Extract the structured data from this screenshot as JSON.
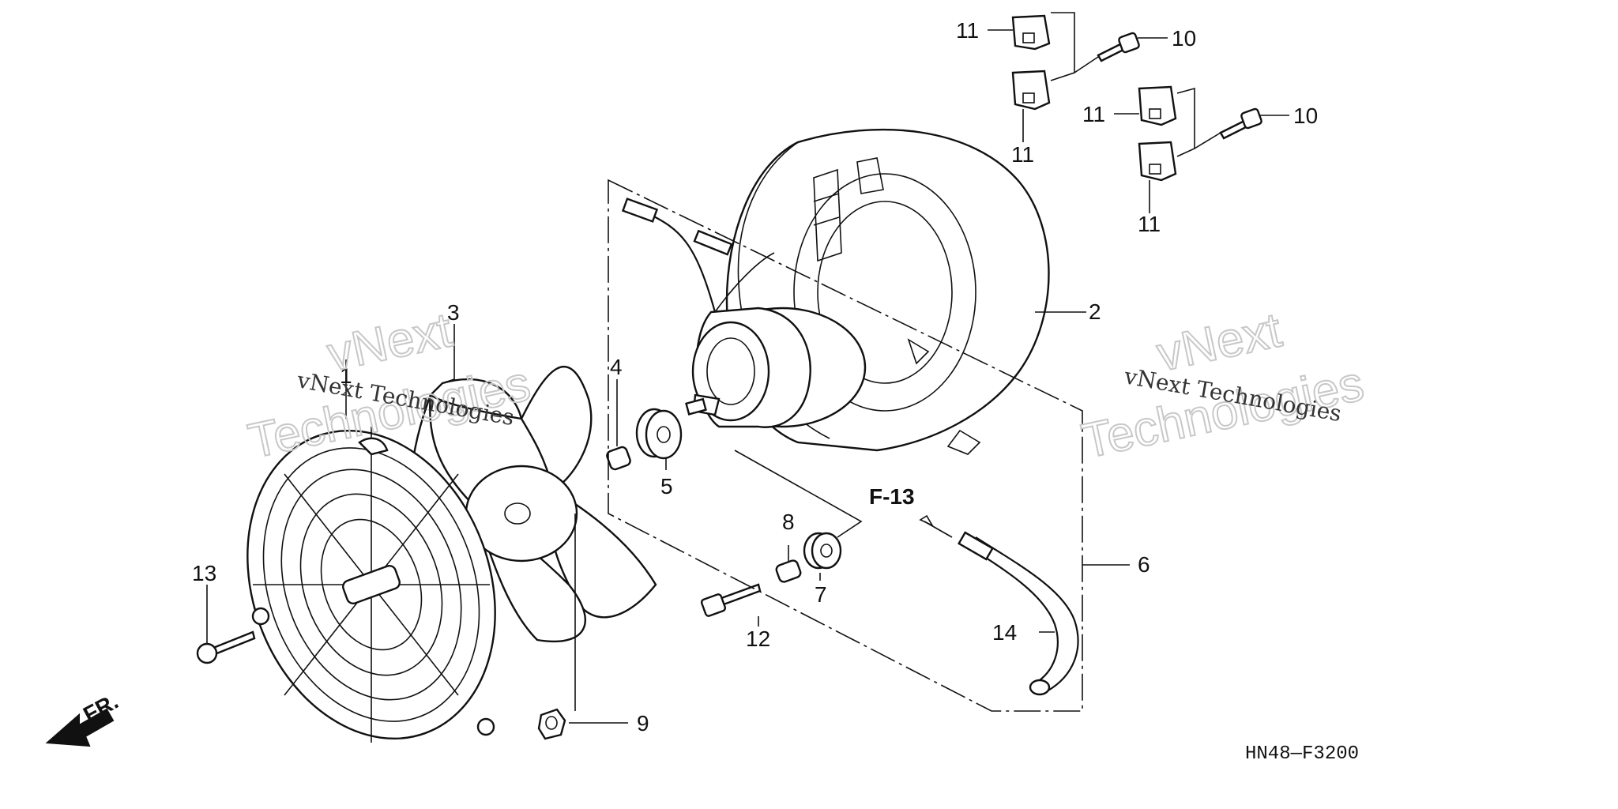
{
  "diagram": {
    "callouts": [
      {
        "id": "c1",
        "label": "1"
      },
      {
        "id": "c2",
        "label": "2"
      },
      {
        "id": "c3",
        "label": "3"
      },
      {
        "id": "c4",
        "label": "4"
      },
      {
        "id": "c5",
        "label": "5"
      },
      {
        "id": "c6",
        "label": "6"
      },
      {
        "id": "c7",
        "label": "7"
      },
      {
        "id": "c8",
        "label": "8"
      },
      {
        "id": "c9",
        "label": "9"
      },
      {
        "id": "c10a",
        "label": "10"
      },
      {
        "id": "c10b",
        "label": "10"
      },
      {
        "id": "c11a",
        "label": "11"
      },
      {
        "id": "c11b",
        "label": "11"
      },
      {
        "id": "c11c",
        "label": "11"
      },
      {
        "id": "c11d",
        "label": "11"
      },
      {
        "id": "c12",
        "label": "12"
      },
      {
        "id": "c13",
        "label": "13"
      },
      {
        "id": "c14",
        "label": "14"
      }
    ],
    "reference_label": "F-13",
    "front_label": "FR.",
    "drawing_code": "HN48—F3200",
    "watermarks": [
      {
        "small": "vNext Technologies",
        "big_1": "vNext",
        "big_2": "Technologies"
      },
      {
        "small": "vNext Technologies",
        "big_1": "vNext",
        "big_2": "Technologies"
      }
    ]
  },
  "style": {
    "line_color": "#111111",
    "background": "#ffffff",
    "watermark_color": "#c8c8c8"
  }
}
